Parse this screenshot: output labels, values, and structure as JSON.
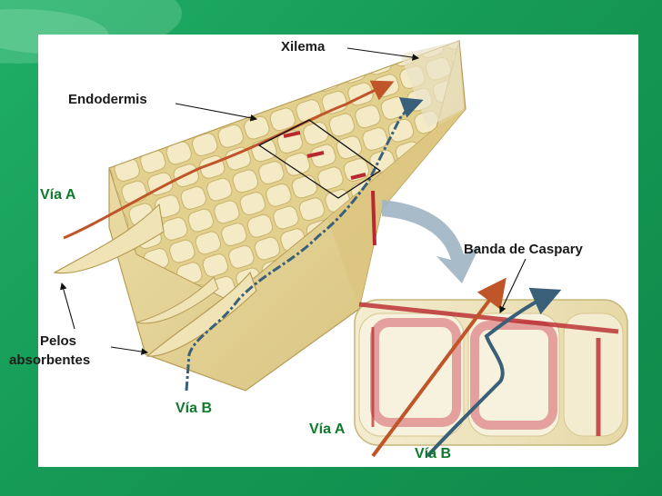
{
  "labels": {
    "xilema": "Xilema",
    "endodermis": "Endodermis",
    "via_a_left": "Vía A",
    "pelos_line1": "Pelos",
    "pelos_line2": "absorbentes",
    "via_b_left": "Vía B",
    "banda_caspary": "Banda de Caspary",
    "via_a_bottom": "Vía A",
    "via_b_bottom": "Vía B"
  },
  "colors": {
    "background_green": "#169a55",
    "label_green": "#0f7a2c",
    "pathway_a": "#c0552a",
    "pathway_b": "#3a5f78",
    "casparian_band": "#b8282e",
    "cell_wall": "#e9dba4",
    "cell_lumen": "#f6efcf"
  }
}
